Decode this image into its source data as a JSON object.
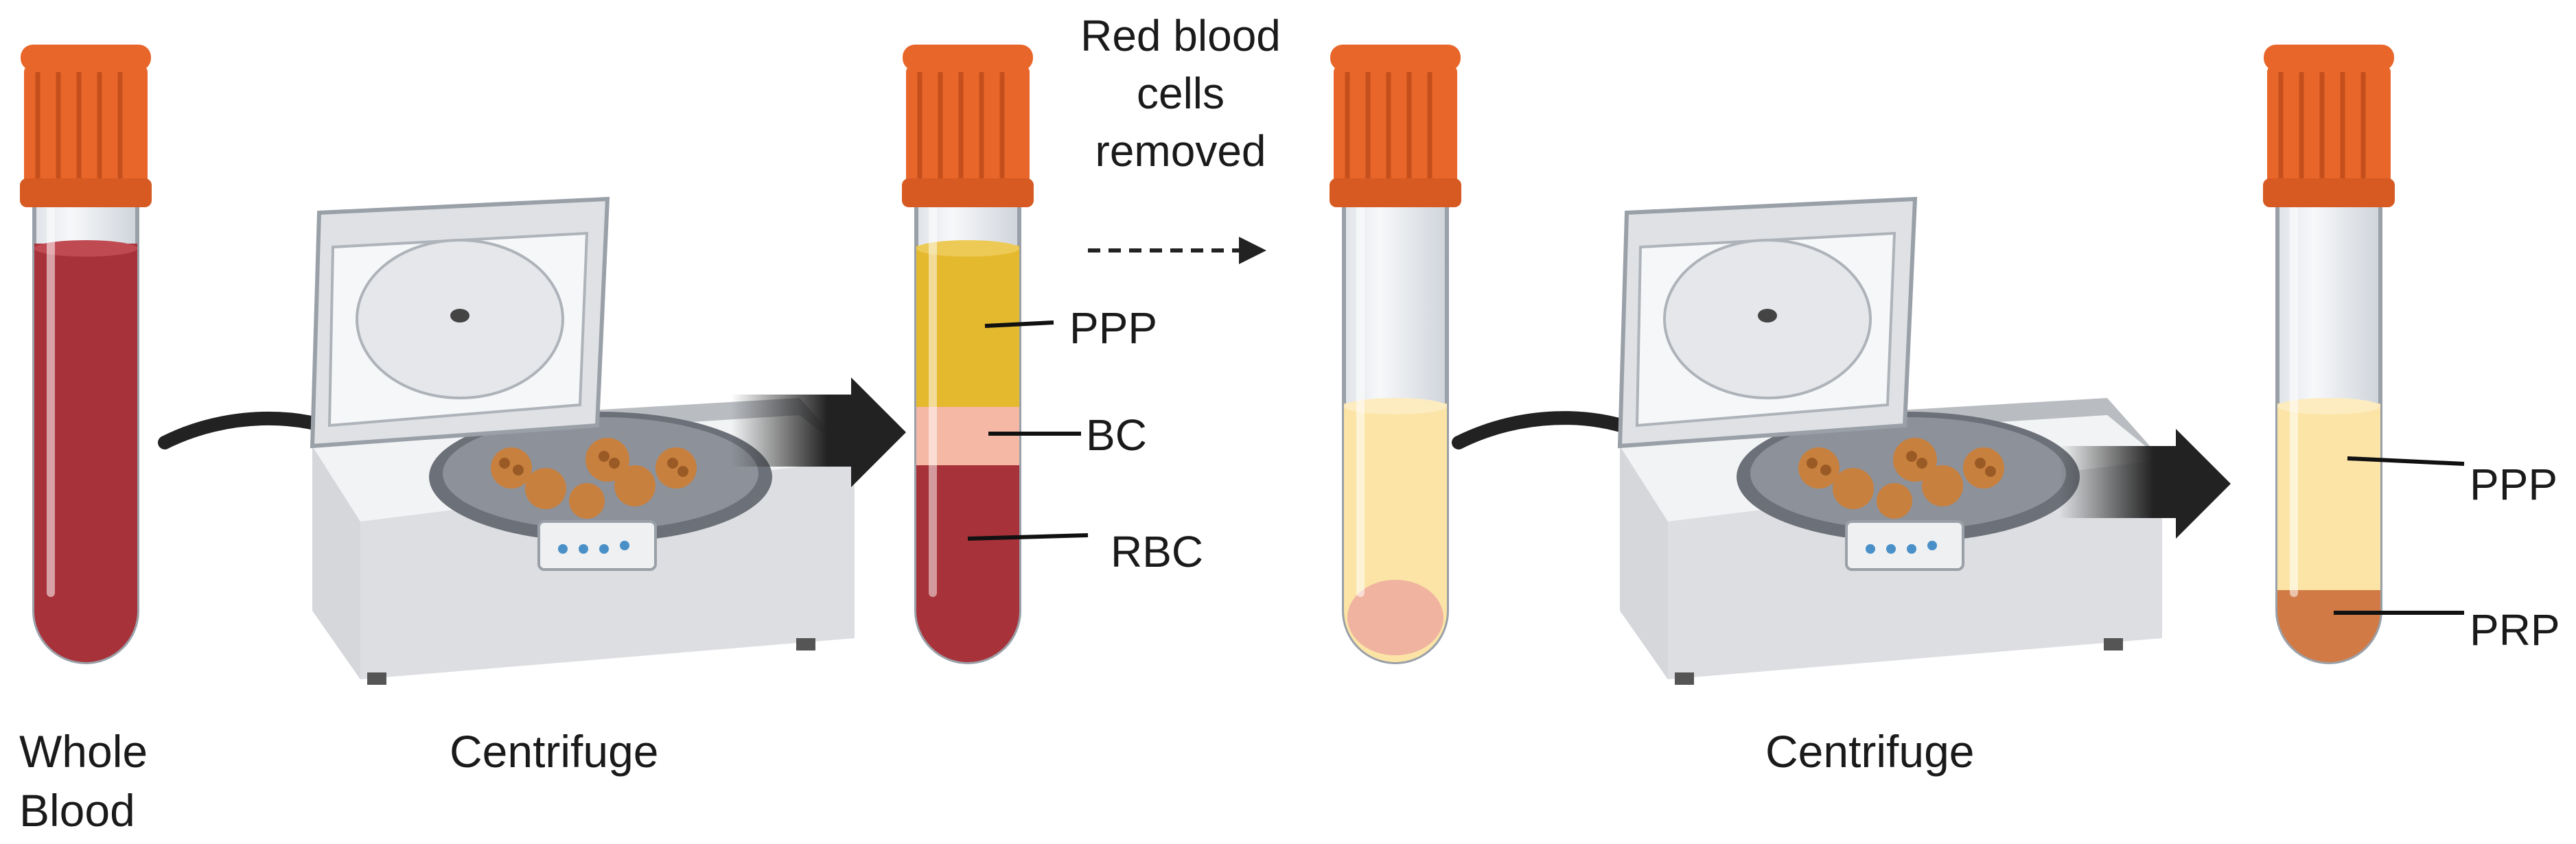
{
  "labels": {
    "whole_blood_line1": "Whole",
    "whole_blood_line2": "Blood",
    "centrifuge_1": "Centrifuge",
    "centrifuge_2": "Centrifuge",
    "rbc_removed_line1": "Red blood",
    "rbc_removed_line2": "cells",
    "rbc_removed_line3": "removed",
    "ppp_1": "PPP",
    "bc": "BC",
    "rbc": "RBC",
    "ppp_2": "PPP",
    "prp": "PRP"
  },
  "colors": {
    "cap": "#e8662a",
    "cap_dark": "#c44f1c",
    "whole_blood": "#a8323a",
    "rbc_layer": "#a8323a",
    "ppp_layer": "#e5b92e",
    "buffy_coat": "#f4b8a4",
    "plasma_light": "#fbe4a6",
    "prp_pellet": "#d27a45",
    "arrow": "#222222",
    "centrifuge_body": "#e9eaec",
    "centrifuge_shadow": "#b9bcc1"
  }
}
